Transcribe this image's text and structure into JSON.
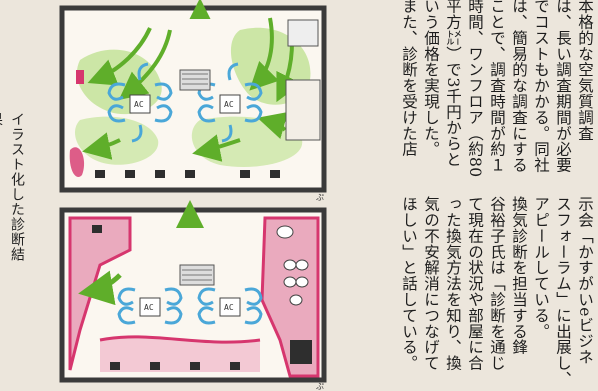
{
  "figure": {
    "caption": "イラスト化した診断結果",
    "labels": {
      "ac_unit": "AC",
      "page_marks": [
        "ぷ",
        "ぷ"
      ]
    },
    "colors": {
      "wall": "#3a3a3a",
      "airflow_green": "#7cc83e",
      "airflow_blue": "#4aa7d8",
      "stagnant_red": "#d6366e",
      "floor": "#fbf7f0"
    }
  },
  "article": {
    "top_columns": [
      "本格的な空気質調査",
      "は、長い調査期間が必要",
      "でコストもかかる。同社",
      "は、簡易的な調査にする",
      "ことで、調査時間が約１",
      "時間、ワンフロア（約80",
      "平方㍍）で3千円からと",
      "いう価格を実現した。",
      "また、診断を受けた店"
    ],
    "bottom_columns": [
      "示会「かすがいeビジネ",
      "スフォーラム」に出展し、",
      "アピールしている。",
      "換気診断を担当する鋒",
      "谷裕子氏は「診断を通じ",
      "て現在の状況や部屋に合",
      "った換気方法を知り、換",
      "気の不安解消につなげて",
      "ほしい」と話している。"
    ]
  }
}
